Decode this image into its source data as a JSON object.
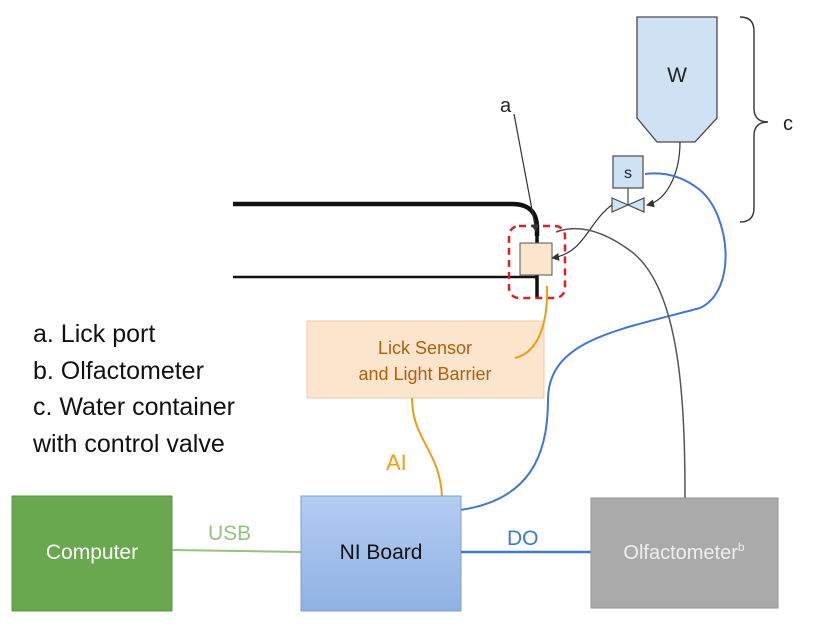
{
  "labels": {
    "water_tank": "W",
    "valve_solenoid": "s",
    "lick_port_marker": "a",
    "brace_marker": "c",
    "lick_sensor_line1": "Lick Sensor",
    "lick_sensor_line2": "and Light Barrier",
    "ai_signal": "AI",
    "usb_signal": "USB",
    "do_signal": "DO",
    "computer": "Computer",
    "ni_board": "NI Board",
    "olfactometer": "Olfactometer",
    "olfactometer_superscript": "b"
  },
  "legend": [
    "a. Lick port",
    "b. Olfactometer",
    "c. Water container",
    "with control valve"
  ],
  "colors": {
    "computer_fill": "#6aa84f",
    "ni_board_fill": "#a4c2f4",
    "olfactometer_fill": "#aaaaaa",
    "sensor_fill": "#fce5cd",
    "tank_fill": "#cfe2f3",
    "ai_wire": "#f39c12",
    "usb_wire": "#93c47d",
    "do_wire": "#3c78d8"
  }
}
